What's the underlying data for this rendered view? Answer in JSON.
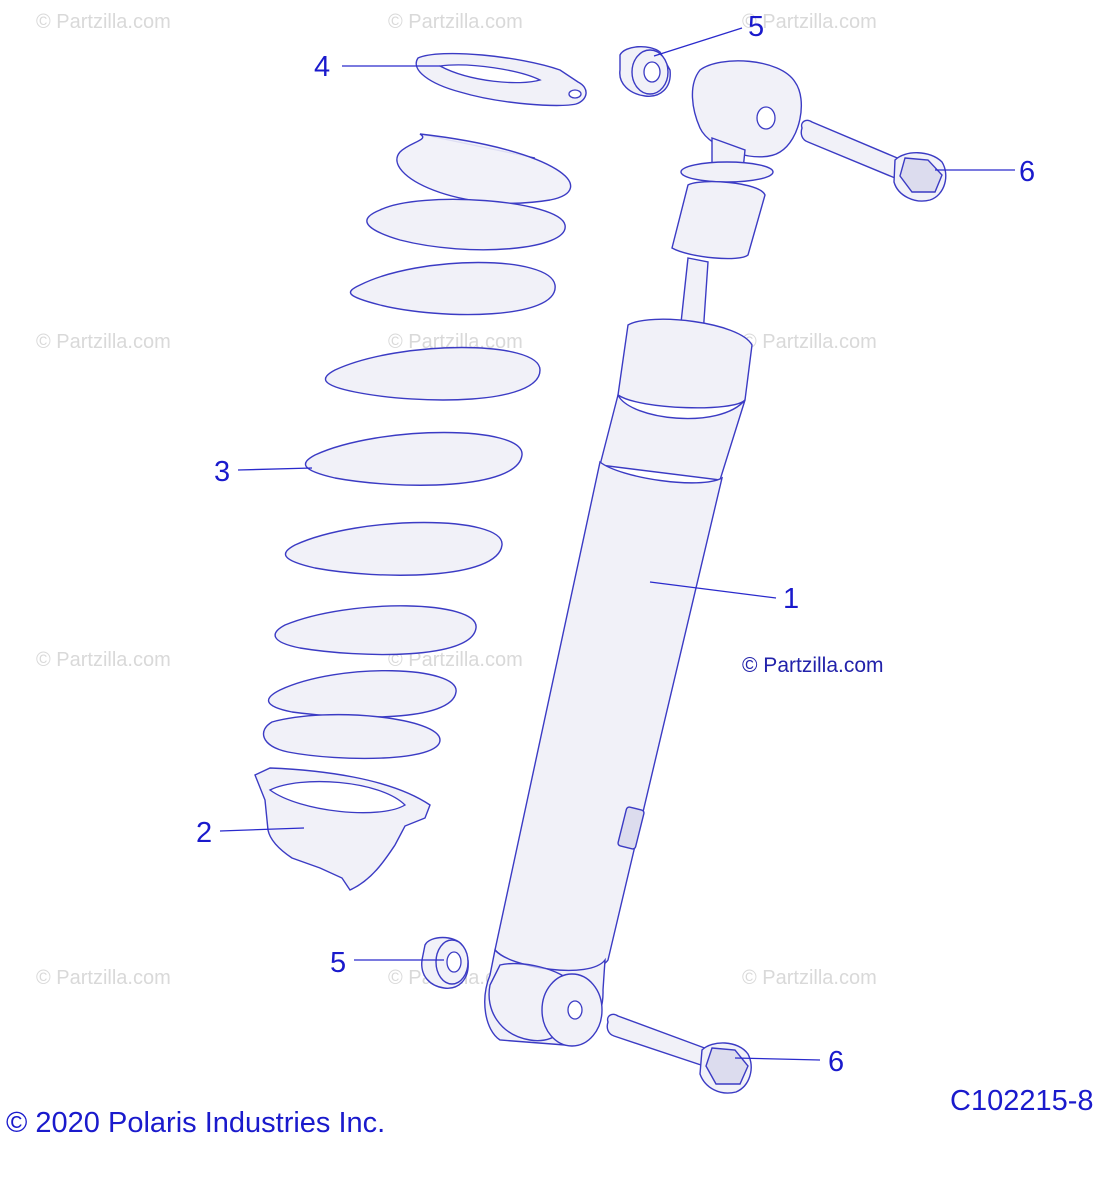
{
  "diagram": {
    "watermark_text": "© Partzilla.com",
    "main_watermark_text": "© Partzilla.com",
    "drawing_id": "C102215-8",
    "copyright": "© 2020 Polaris Industries Inc.",
    "callouts": {
      "shock": "1",
      "lower_spring_seat": "2",
      "spring": "3",
      "upper_retainer": "4",
      "bushing_top": "5",
      "bushing_bottom": "5",
      "bolt_top": "6",
      "bolt_bottom": "6"
    }
  }
}
